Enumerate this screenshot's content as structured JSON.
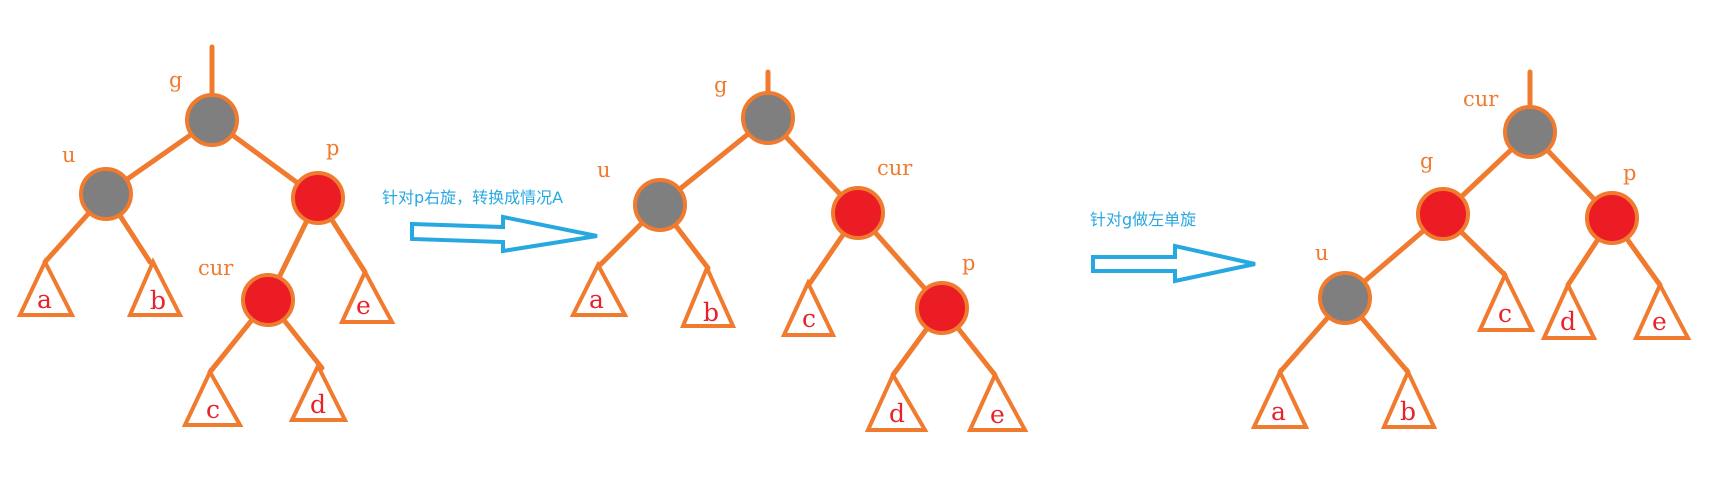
{
  "colors": {
    "edge": "#F07A2E",
    "black_node": "#7F7F7F",
    "red_node": "#EC1C24",
    "leaf_text": "#E8222A",
    "caption": "#28A8E0"
  },
  "arrows": [
    {
      "caption": "针对p右旋，转换成情况A"
    },
    {
      "caption": "针对g做左单旋"
    }
  ],
  "trees": [
    {
      "labels": {
        "g": "g",
        "u": "u",
        "p": "p",
        "cur": "cur"
      },
      "leaves": {
        "a": "a",
        "b": "b",
        "c": "c",
        "d": "d",
        "e": "e"
      }
    },
    {
      "labels": {
        "g": "g",
        "u": "u",
        "cur": "cur",
        "p": "p"
      },
      "leaves": {
        "a": "a",
        "b": "b",
        "c": "c",
        "d": "d",
        "e": "e"
      }
    },
    {
      "labels": {
        "cur": "cur",
        "g": "g",
        "p": "p",
        "u": "u"
      },
      "leaves": {
        "a": "a",
        "b": "b",
        "c": "c",
        "d": "d",
        "e": "e"
      }
    }
  ]
}
